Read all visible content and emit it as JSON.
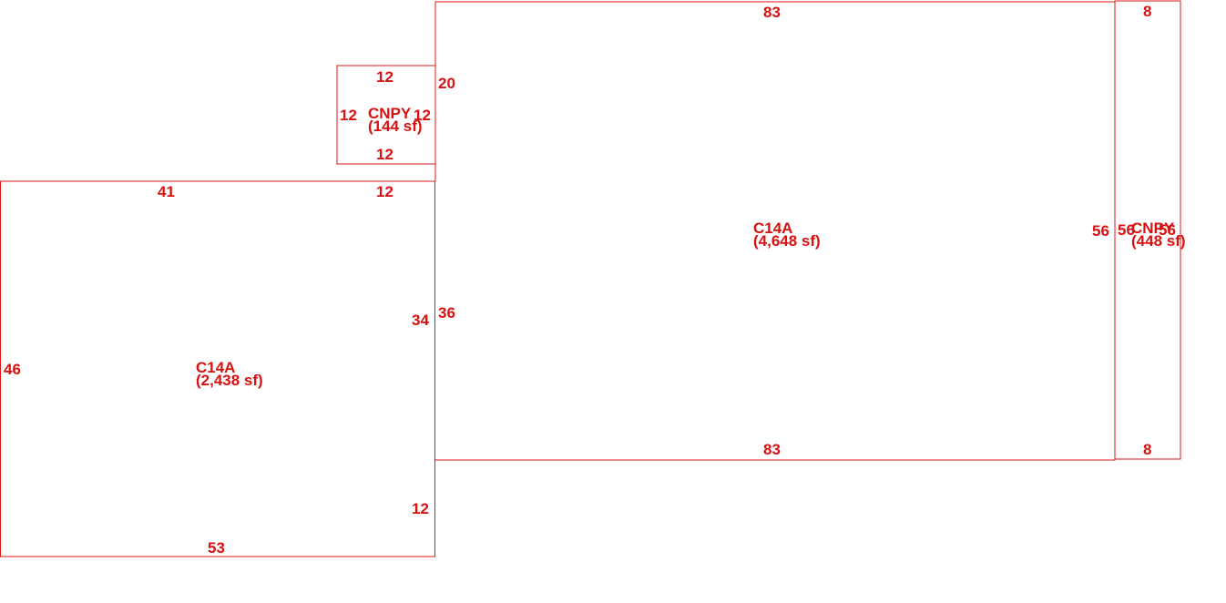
{
  "colors": {
    "line": "#e01414",
    "text": "#d81010",
    "background": "#ffffff"
  },
  "areas": {
    "main_building": {
      "code": "C14A",
      "area": "(4,648 sf)"
    },
    "left_addition": {
      "code": "C14A",
      "area": "(2,438 sf)"
    },
    "top_canopy": {
      "code": "CNPY",
      "area": "(144 sf)"
    },
    "right_canopy": {
      "code": "CNPY",
      "area": "(448 sf)"
    }
  },
  "dimensions": {
    "main_top": "83",
    "main_bottom": "83",
    "main_right": "56",
    "main_left_upper": "20",
    "main_left_lower": "36",
    "canopy_top_top": "12",
    "canopy_top_bottom": "12",
    "canopy_top_left": "12",
    "canopy_top_right": "12",
    "canopy_right_top": "8",
    "canopy_right_bottom": "8",
    "canopy_right_left": "56",
    "canopy_right_right": "56",
    "left_top_a": "41",
    "left_top_b": "12",
    "left_left": "46",
    "left_bottom": "53",
    "left_right_upper": "34",
    "left_right_lower": "12"
  }
}
